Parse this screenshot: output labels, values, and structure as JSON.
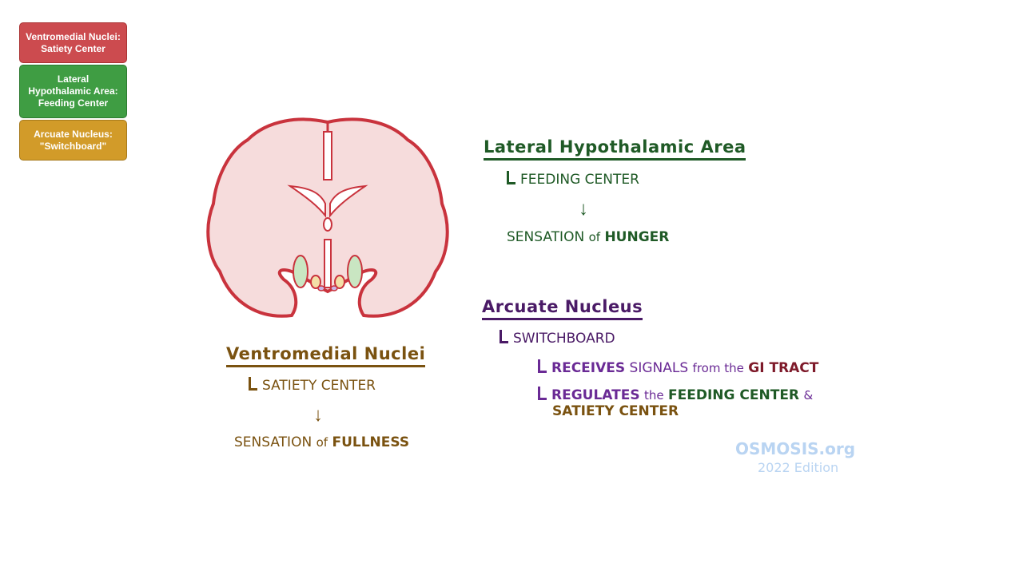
{
  "legend": [
    {
      "label": "Ventromedial Nuclei: Satiety Center",
      "color": "#cc4b4f"
    },
    {
      "label": "Lateral Hypothalamic Area: Feeding Center",
      "color": "#3f9d43"
    },
    {
      "label": "Arcuate Nucleus: \"Switchboard\"",
      "color": "#d29b29"
    }
  ],
  "lha": {
    "title": "Lateral Hypothalamic Area",
    "sub": "FEEDING CENTER",
    "result_pre": "SENSATION",
    "result_of": "of",
    "result_key": "HUNGER",
    "color": "#1f5a26"
  },
  "vmn": {
    "title": "Ventromedial Nuclei",
    "sub": "SATIETY CENTER",
    "result_pre": "SENSATION",
    "result_of": "of",
    "result_key": "FULLNESS",
    "color": "#7a5210"
  },
  "arc": {
    "title": "Arcuate Nucleus",
    "sub": "SWITCHBOARD",
    "color": "#4a1a66",
    "line1": {
      "a": "RECEIVES",
      "b": "SIGNALS",
      "c": "from the",
      "d": "GI TRACT"
    },
    "line2": {
      "a": "REGULATES",
      "b": "the",
      "c": "FEEDING CENTER",
      "d": "&",
      "e": "SATIETY CENTER"
    }
  },
  "watermark": {
    "brand": "OSMOSIS.org",
    "edition": "2022 Edition"
  }
}
